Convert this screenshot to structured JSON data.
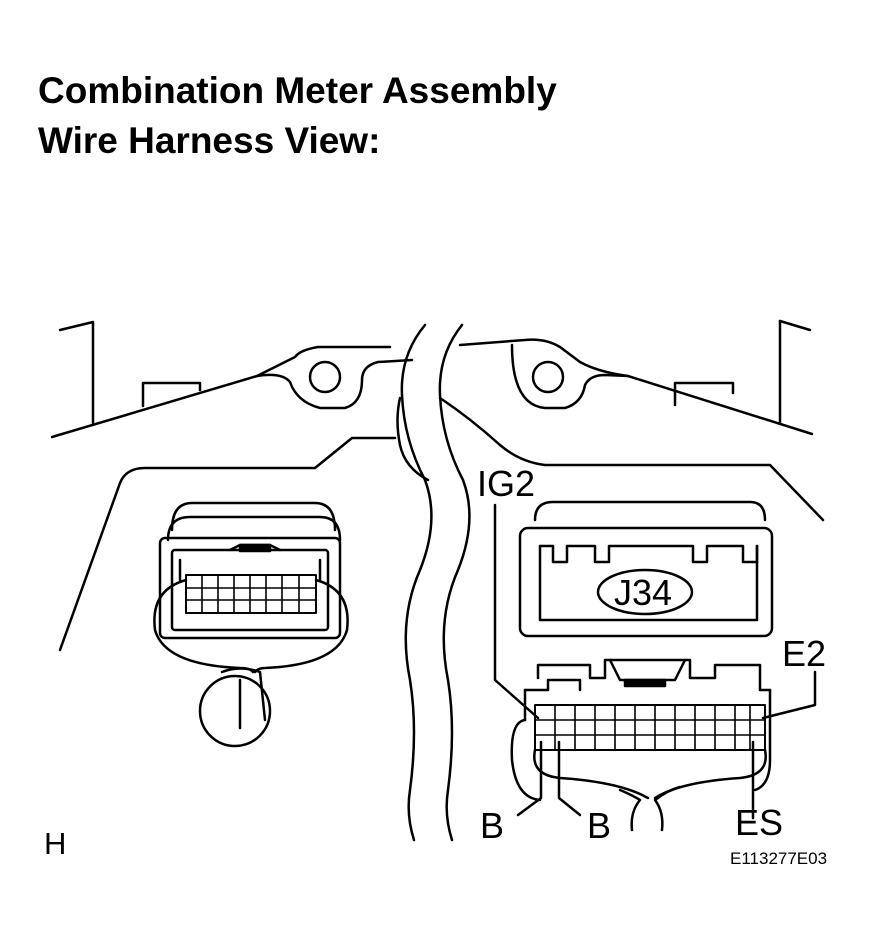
{
  "title": {
    "line1": "Combination Meter Assembly",
    "line2": "Wire Harness View:"
  },
  "connector": {
    "code": "J34",
    "pins": {
      "ig2": "IG2",
      "e2": "E2",
      "b1": "B",
      "b2": "B",
      "es": "ES"
    }
  },
  "corner_letter": "H",
  "figure_id": "E113277E03"
}
